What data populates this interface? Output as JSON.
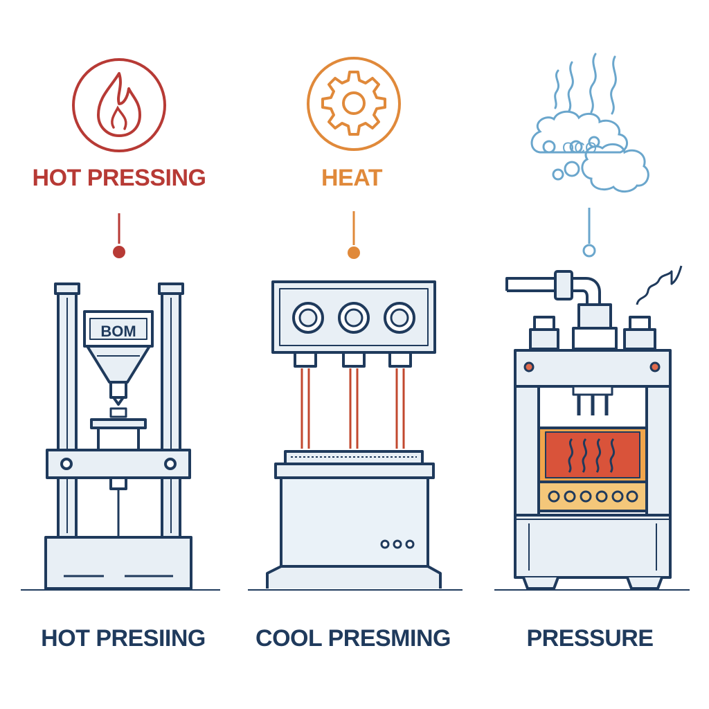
{
  "top_labels": {
    "left": "HOT PRESSING",
    "middle": "HEAT"
  },
  "bottom_labels": {
    "left": "HOT PRESIING",
    "middle": "COOL PRESMING",
    "right": "PRESSURE"
  },
  "hopper_sign": "BOM",
  "colors": {
    "red": "#b73a35",
    "orange": "#e0893a",
    "blue": "#6aa6cc",
    "navy": "#1f3a5c",
    "panel": "#e8eff5",
    "heat_orange": "#f1a54b",
    "heat_red": "#d9533a"
  },
  "icons": {
    "left": "flame-icon",
    "middle": "gear-icon",
    "right": "steam-icon"
  }
}
